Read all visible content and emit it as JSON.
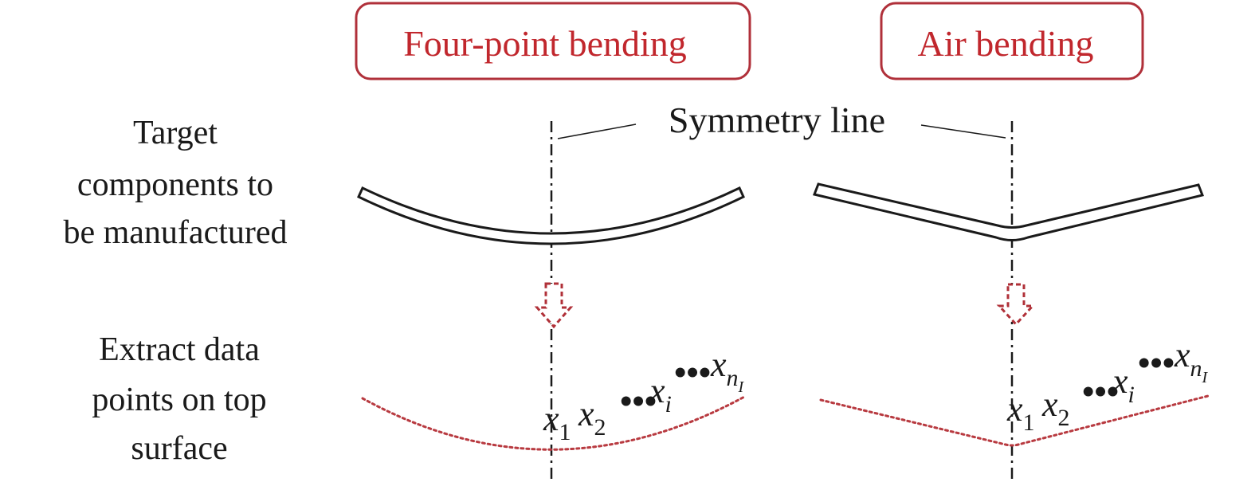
{
  "colors": {
    "accent_red": "#c1272d",
    "arrow_red": "#b03038",
    "dotted_red": "#b83a40",
    "ink": "#1a1a1a"
  },
  "methods": [
    {
      "title": "Four-point bending"
    },
    {
      "title": "Air bending"
    }
  ],
  "annotation": {
    "symmetry": "Symmetry line"
  },
  "rows": {
    "target_lines": [
      "Target",
      "components to",
      "be manufactured"
    ],
    "extract_lines": [
      "Extract data",
      "points on top",
      "surface"
    ]
  },
  "points": {
    "base": "x",
    "sub1": "1",
    "sub2": "2",
    "subi": "i",
    "subn": "n",
    "subn_sub": "I",
    "ellipsis": "•••"
  }
}
